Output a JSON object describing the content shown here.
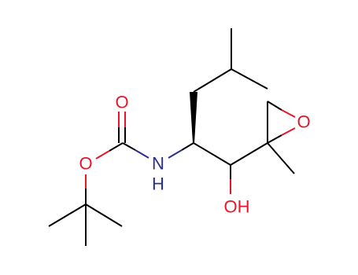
{
  "molecule": {
    "atoms": {
      "carbonyl_oxygen": "O",
      "ester_oxygen": "O",
      "amine": "N",
      "amine_hydrogen": "H",
      "epoxide_oxygen": "O",
      "hydroxyl": "OH"
    },
    "colors": {
      "oxygen": "#e4172b",
      "nitrogen": "#2b2d8f",
      "bond": "#000000",
      "background": "#ffffff"
    }
  }
}
